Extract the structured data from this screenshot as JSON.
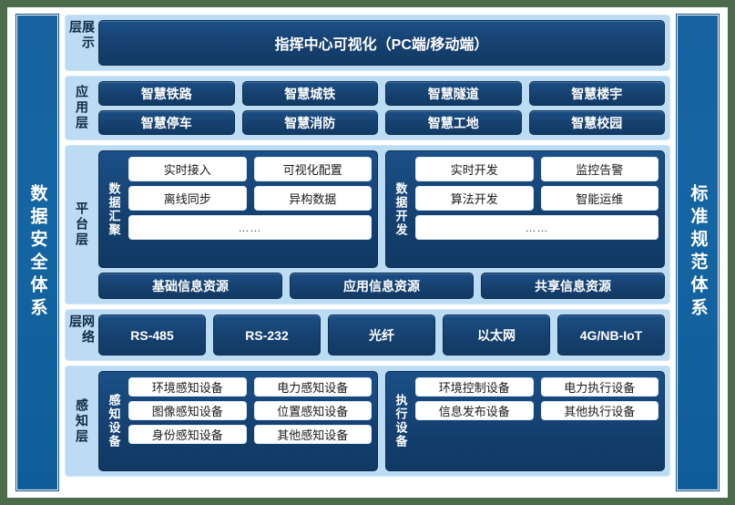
{
  "left_pillar": {
    "label": "数据安全体系"
  },
  "right_pillar": {
    "label": "标准规范体系"
  },
  "layers": {
    "presentation": {
      "label": "展示层",
      "bar": "指挥中心可视化（PC端/移动端）"
    },
    "application": {
      "label": "应用层",
      "row1": [
        "智慧铁路",
        "智慧城铁",
        "智慧隧道",
        "智慧楼宇"
      ],
      "row2": [
        "智慧停车",
        "智慧消防",
        "智慧工地",
        "智慧校园"
      ]
    },
    "platform": {
      "label": "平台层",
      "group_aggregation": {
        "label": "数据汇聚",
        "row1": [
          "实时接入",
          "可视化配置"
        ],
        "row2": [
          "离线同步",
          "异构数据"
        ],
        "more": "……"
      },
      "group_development": {
        "label": "数据开发",
        "row1": [
          "实时开发",
          "监控告警"
        ],
        "row2": [
          "算法开发",
          "智能运维"
        ],
        "more": "……"
      },
      "resources": [
        "基础信息资源",
        "应用信息资源",
        "共享信息资源"
      ]
    },
    "network": {
      "label": "网络层",
      "items": [
        "RS-485",
        "RS-232",
        "光纤",
        "以太网",
        "4G/NB-IoT"
      ]
    },
    "sensing": {
      "label": "感知层",
      "group_sensors": {
        "label": "感知设备",
        "row1": [
          "环境感知设备",
          "电力感知设备"
        ],
        "row2": [
          "图像感知设备",
          "位置感知设备"
        ],
        "row3": [
          "身份感知设备",
          "其他感知设备"
        ]
      },
      "group_actuators": {
        "label": "执行设备",
        "row1": [
          "环境控制设备",
          "电力执行设备"
        ],
        "row2": [
          "信息发布设备",
          "其他执行设备"
        ]
      }
    }
  },
  "colors": {
    "page_background": "#4b6b4a",
    "card": "#ffffff",
    "pillar_blue": "#17629f",
    "layer_light_blue": "#bcdcf4",
    "chip_dark_blue": "#16406e",
    "white_box": "#ffffff"
  }
}
